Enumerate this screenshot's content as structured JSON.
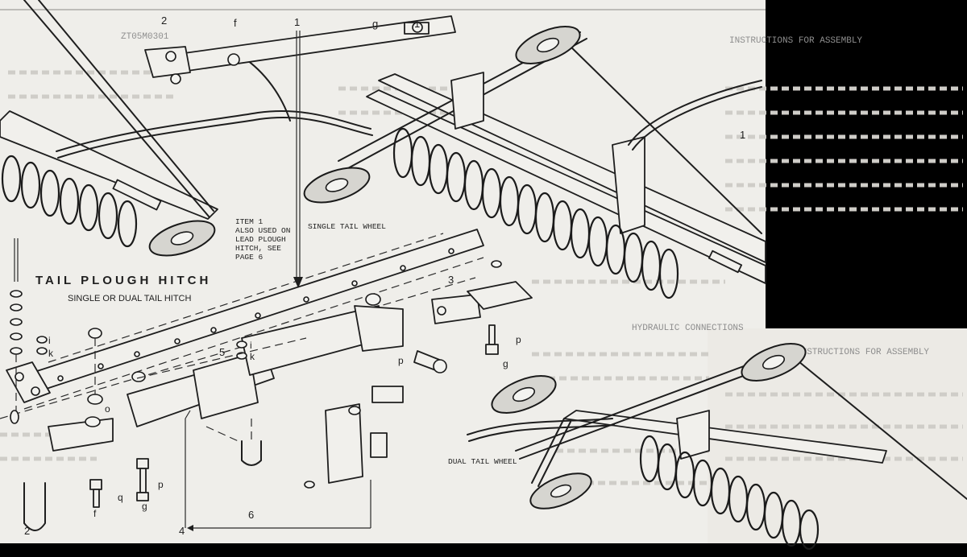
{
  "title": "TAIL PLOUGH HITCH",
  "subtitle": "SINGLE OR DUAL TAIL HITCH",
  "annotations": {
    "item1_note": [
      "ITEM 1",
      "ALSO USED ON",
      "LEAD PLOUGH",
      "HITCH, SEE",
      "PAGE 6"
    ],
    "single_tail_wheel": "SINGLE TAIL WHEEL",
    "dual_tail_wheel": "DUAL TAIL WHEEL"
  },
  "callouts": {
    "n1": "1",
    "n2": "2",
    "n3": "3",
    "n4": "4",
    "n5": "5",
    "n6": "6",
    "f": "f",
    "g": "g",
    "i": "i",
    "k": "k",
    "o": "o",
    "p": "p",
    "q": "q"
  },
  "background_text": {
    "heading_top": "INSTRUCTIONS FOR ASSEMBLY",
    "heading_right": "INSTRUCTIONS FOR ASSEMBLY",
    "section": "HYDRAULIC CONNECTIONS",
    "page_code": "ZT05M0301"
  }
}
